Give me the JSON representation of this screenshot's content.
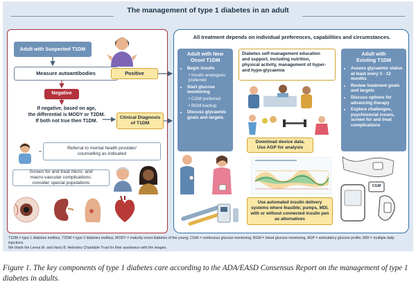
{
  "header": {
    "title": "The management of type 1 diabetes in an adult"
  },
  "left": {
    "suspected": "Adult with Suspected T1DM",
    "measure": "Measure autoantibodies",
    "positive": "Positive",
    "negative": "Negative",
    "negative_text": [
      "If negative, based on age,",
      "the differential is MODY or T2DM.",
      "If both not true then T1DM."
    ],
    "clinical": [
      "Clinical Diagnosis",
      "of T1DM"
    ],
    "referral": [
      "Referral to mental health provider/",
      "counselling as indicated"
    ],
    "screen": [
      "Screen for and treat micro- and",
      "macro-vascular complications;",
      "consider special populations"
    ]
  },
  "right": {
    "all_treatment": "All treatment depends on individual preferences, capabilities and circumstances.",
    "new_onset": {
      "title": [
        "Adult with New",
        "Onset T1DM"
      ],
      "items": [
        {
          "text": "Begin insulin",
          "sub": false
        },
        {
          "text": "Insulin analogues preferred",
          "sub": true
        },
        {
          "text": "Start glucose monitoring",
          "sub": false
        },
        {
          "text": "CGM preferred",
          "sub": true
        },
        {
          "text": "BGM backup",
          "sub": true
        },
        {
          "text": "Discuss glycaemic goals and targets",
          "sub": false
        }
      ]
    },
    "dsme": [
      "Diabetes self-management education",
      "and support, including nutrition,",
      "physical activity, management of hyper-",
      "and hypo-glycaemia"
    ],
    "existing": {
      "title": [
        "Adult with",
        "Existing T1DM"
      ],
      "items": [
        "Assess glycaemic status at least every 3 - 12 months",
        "Review treatment goals and targets",
        "Discuss options for advancing therapy",
        "Explore challenges, psychosocial issues, screen for and treat complications"
      ]
    },
    "download": [
      "Download device data.",
      "Use AGP for analysis"
    ],
    "automated": [
      "Use automated insulin delivery",
      "systems where feasible; pumps, MDI,",
      "with or without connected insulin pen",
      "as alternatives"
    ],
    "cgm_label": "CGM"
  },
  "footnote": "T1DM = type 1 diabetes mellitus, T2DM = type 2 diabetes mellitus, MODY = maturity onset diabetes of the young, CGM = continuous glucose monitoring, BGM = blood glucose monitoring, AGP = ambulatory glucose profile, MDI = multiple daily injections",
  "acknowledgement": "We thank the Leona M. and Harry B. Helmsley Charitable Trust for their assistance with the images.",
  "caption": "Figure 1. The key components of type 1 diabetes care according to the ADA/EASD Consensus Report on the management of type 1 diabetes in adults.",
  "colors": {
    "red": "#a8323a",
    "blue": "#2f6fa5",
    "steel": "#6f92b8",
    "yellow": "#fbe7a6",
    "gold": "#d2a530",
    "panel": "#dfe8f2"
  }
}
